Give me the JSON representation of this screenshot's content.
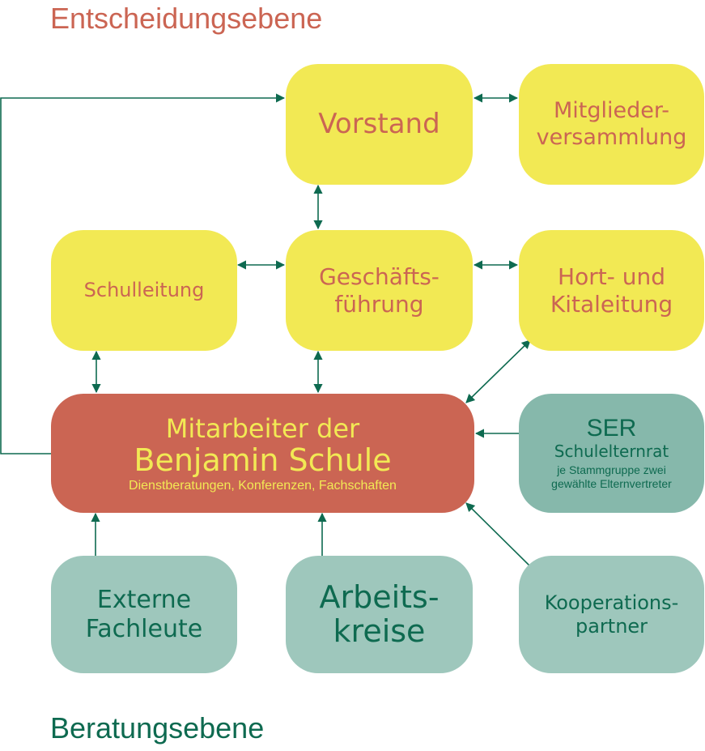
{
  "headings": {
    "top": "Entscheidungsebene",
    "bottom": "Beratungsebene"
  },
  "nodes": {
    "vorstand": {
      "line1": "Vorstand"
    },
    "mitglieder": {
      "line1": "Mitglieder-",
      "line2": "versammlung"
    },
    "schulleitung": {
      "line1": "Schulleitung"
    },
    "geschaeftsfuehrung": {
      "line1": "Geschäfts-",
      "line2": "führung"
    },
    "hort": {
      "line1": "Hort- und",
      "line2": "Kitaleitung"
    },
    "mitarbeiter": {
      "line1": "Mitarbeiter der",
      "line2": "Benjamin Schule",
      "line3": "Dienstberatungen, Konferenzen, Fachschaften"
    },
    "ser": {
      "line1": "SER",
      "line2": "Schulelternrat",
      "line3": "je Stammgruppe zwei",
      "line4": "gewählte Elternvertreter"
    },
    "externe": {
      "line1": "Externe",
      "line2": "Fachleute"
    },
    "arbeitskreise": {
      "line1": "Arbeits-",
      "line2": "kreise"
    },
    "kooperation": {
      "line1": "Kooperations-",
      "line2": "partner"
    }
  },
  "colors": {
    "decision_box": "#f2e954",
    "staff_box": "#cb6553",
    "advisory_box": "#9ec7bc",
    "ser_box": "#86b8ab",
    "arrow": "#0e6a50",
    "decision_text": "#cb6553",
    "advisory_text": "#0e6a50"
  },
  "connections": [
    {
      "from": "vorstand",
      "to": "mitglieder",
      "type": "bidirectional"
    },
    {
      "from": "vorstand",
      "to": "geschaeftsfuehrung",
      "type": "bidirectional"
    },
    {
      "from": "schulleitung",
      "to": "geschaeftsfuehrung",
      "type": "bidirectional"
    },
    {
      "from": "geschaeftsfuehrung",
      "to": "hort",
      "type": "bidirectional"
    },
    {
      "from": "schulleitung",
      "to": "mitarbeiter",
      "type": "bidirectional"
    },
    {
      "from": "geschaeftsfuehrung",
      "to": "mitarbeiter",
      "type": "bidirectional"
    },
    {
      "from": "hort",
      "to": "mitarbeiter",
      "type": "bidirectional"
    },
    {
      "from": "mitarbeiter",
      "to": "vorstand",
      "type": "directed"
    },
    {
      "from": "ser",
      "to": "mitarbeiter",
      "type": "directed"
    },
    {
      "from": "externe",
      "to": "mitarbeiter",
      "type": "directed"
    },
    {
      "from": "arbeitskreise",
      "to": "mitarbeiter",
      "type": "directed"
    },
    {
      "from": "kooperation",
      "to": "mitarbeiter",
      "type": "directed"
    }
  ]
}
